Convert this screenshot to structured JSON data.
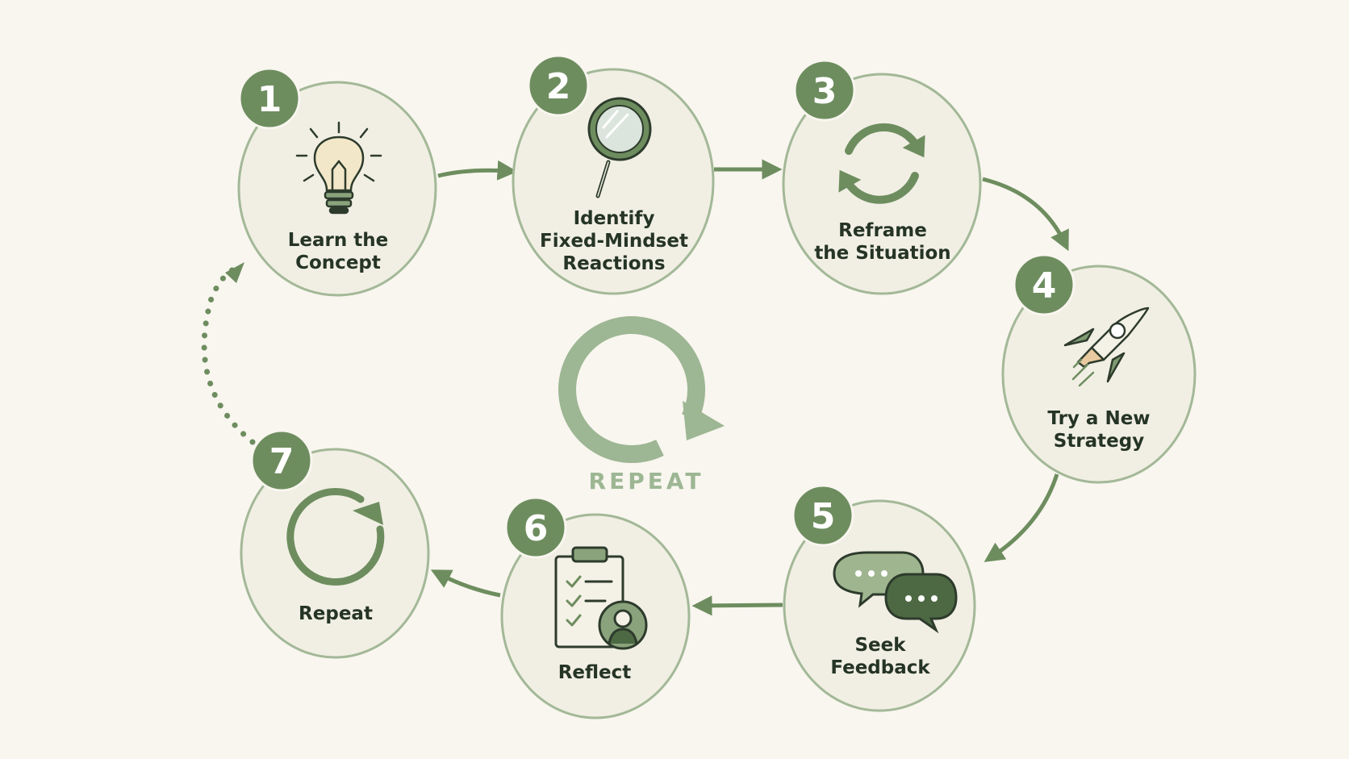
{
  "steps": [
    {
      "number": "1",
      "label": "Learn the\nConcept",
      "icon": "lightbulb-icon"
    },
    {
      "number": "2",
      "label": "Identify\nFixed-Mindset\nReactions",
      "icon": "magnifying-glass-icon"
    },
    {
      "number": "3",
      "label": "Reframe\nthe Situation",
      "icon": "refresh-icon"
    },
    {
      "number": "4",
      "label": "Try a New\nStrategy",
      "icon": "rocket-icon"
    },
    {
      "number": "5",
      "label": "Seek\nFeedback",
      "icon": "chat-bubbles-icon"
    },
    {
      "number": "6",
      "label": "Reflect",
      "icon": "clipboard-checklist-icon"
    },
    {
      "number": "7",
      "label": "Repeat",
      "icon": "repeat-icon"
    }
  ],
  "center": {
    "label": "REPEAT",
    "icon": "circular-arrow-icon"
  },
  "colors": {
    "background": "#f8f6ef",
    "circle_fill": "#f1efe4",
    "circle_stroke": "#a3b897",
    "accent": "#6e8d5f",
    "dark_accent": "#4d6943",
    "center_accent": "#9db693",
    "text": "#253425"
  }
}
